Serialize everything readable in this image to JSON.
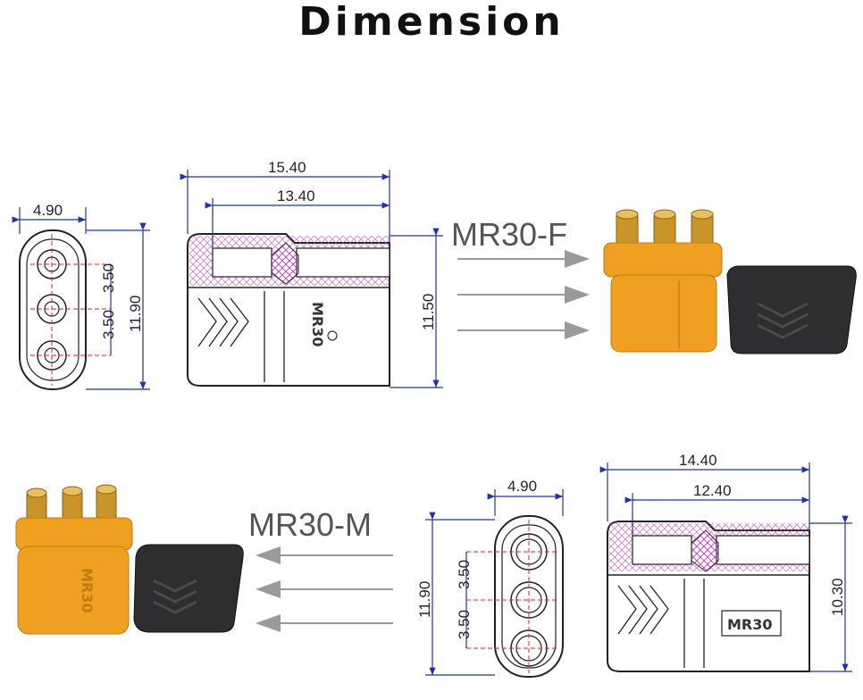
{
  "title": "Dimension",
  "female": {
    "label": "MR30-F",
    "front_width": "4.90",
    "pin_pitch_a": "3.50",
    "pin_pitch_b": "3.50",
    "front_height": "11.90",
    "side_total": "15.40",
    "side_inner": "13.40",
    "side_height": "11.50",
    "brand_text": "MR30"
  },
  "male": {
    "label": "MR30-M",
    "front_width": "4.90",
    "pin_pitch_a": "3.50",
    "pin_pitch_b": "3.50",
    "front_height": "11.90",
    "side_total": "14.40",
    "side_inner": "12.40",
    "side_height": "10.30",
    "brand_text": "MR30"
  },
  "colors": {
    "dimension_line": "#2233aa",
    "center_line": "#e0202a",
    "hatch": "#c040c0",
    "connector_yellow": "#f0a020",
    "cover_black": "#2e2e30",
    "arrow_gray": "#9a9a9a"
  }
}
